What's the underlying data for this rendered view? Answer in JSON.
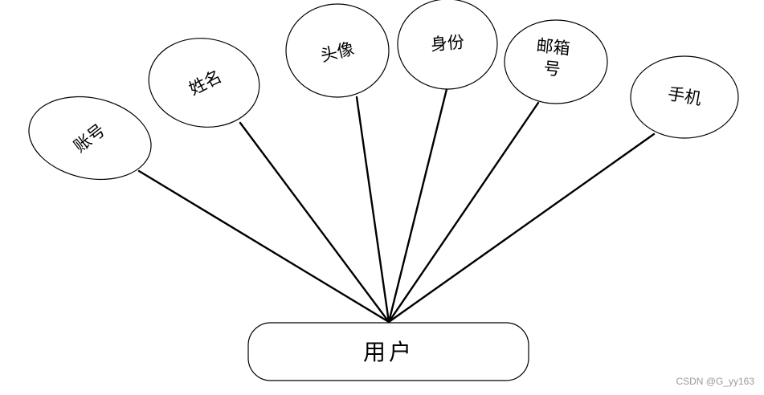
{
  "entity": {
    "label": "用户"
  },
  "attributes": [
    {
      "id": "account",
      "label": "账号"
    },
    {
      "id": "name",
      "label": "姓名"
    },
    {
      "id": "avatar",
      "label": "头像"
    },
    {
      "id": "identity",
      "label": "身份"
    },
    {
      "id": "email",
      "label_lines": [
        "邮箱",
        "号"
      ]
    },
    {
      "id": "phone",
      "label": "手机"
    }
  ],
  "watermark": "CSDN @G_yy163"
}
